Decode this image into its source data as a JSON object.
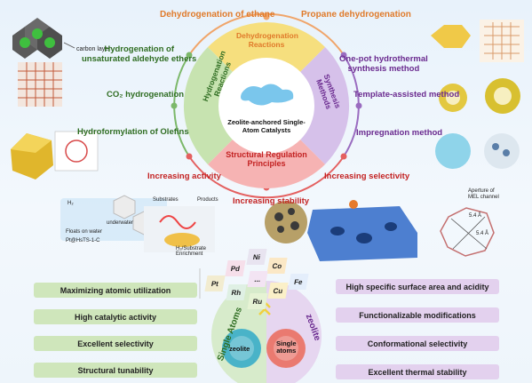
{
  "top": {
    "left_title": "Dehydrogenation of ethane",
    "right_title": "Propane dehydrogenation"
  },
  "left_items": {
    "carbon_layer": "carbon layer",
    "item1": "Hydrogenation of\nunsaturated aldehyde ethers",
    "item2": "CO₂ hydrogenation",
    "item3": "Hydroformylation of Olefins"
  },
  "right_items": {
    "item1": "One-pot hydrothermal\nsynthesis method",
    "item2": "Template-assisted method",
    "item3": "Impregnation method"
  },
  "circle": {
    "top": "Dehydrogenation\nReactions",
    "left": "Hydrogenation\nReactions",
    "right": "Synthesis\nMethods",
    "bottom": "Structural Regulation\nPrinciples",
    "center": "Zeolite-anchored Single-\nAtom Catalysts"
  },
  "arrows": {
    "activity": "Increasing activity",
    "selectivity": "Increasing selectivity",
    "stability": "Increasing stability"
  },
  "middle_labels": {
    "h2": "H₂",
    "underwater": "underwater",
    "floats": "Floats on water",
    "pt": "Pt@HsTS-1-C",
    "substrates": "Substrates",
    "products": "Products",
    "enrichment": "H₂/Substrate\nEnrichment",
    "aperture": "Aperture of\nMEL channel",
    "dim1": "5.4 Å",
    "dim2": "5.4 Å"
  },
  "left_pills": [
    "Maximizing atomic utilization",
    "High catalytic activity",
    "Excellent selectivity",
    "Structural tunability"
  ],
  "right_pills": [
    "High specific surface area and acidity",
    "Functionalizable modifications",
    "Conformational selectivity",
    "Excellent thermal stability"
  ],
  "periodic_tiles": [
    "Pt",
    "Pd",
    "Ni",
    "Co",
    "Rh",
    "Ru",
    "...",
    "Cu",
    "Fe"
  ],
  "bottom_circle": {
    "left": "Single Atoms",
    "right": "zeolite",
    "gear1": "zeolite",
    "gear2": "Single\natoms"
  },
  "colors": {
    "orange": "#e07a2a",
    "green": "#2f6d22",
    "purple": "#6a2a8f",
    "red": "#c32222",
    "pill_green": "#cfe6bb",
    "pill_purple": "#e3d1ee"
  }
}
